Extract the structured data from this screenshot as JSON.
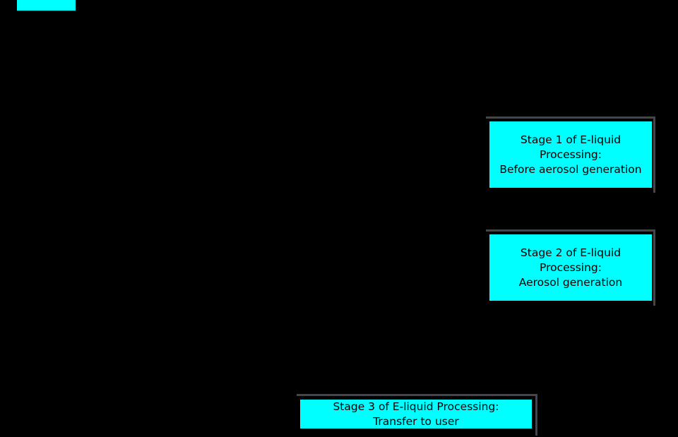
{
  "figure": {
    "background_color": "#000000",
    "node_fill_color": "#00ffff",
    "node_border_color": "#000000",
    "shadow_edge_color": "#45454d",
    "text_color": "#000000"
  },
  "corner_fragment": {
    "color": "#00ffff"
  },
  "nodes": [
    {
      "id": "stage-1",
      "lines": [
        "Stage 1 of E-liquid",
        "Processing:",
        "Before aerosol generation"
      ]
    },
    {
      "id": "stage-2",
      "lines": [
        "Stage 2 of E-liquid",
        "Processing:",
        "Aerosol generation"
      ]
    },
    {
      "id": "stage-3",
      "lines": [
        "Stage 3 of E-liquid Processing:",
        "Transfer to user"
      ]
    }
  ]
}
